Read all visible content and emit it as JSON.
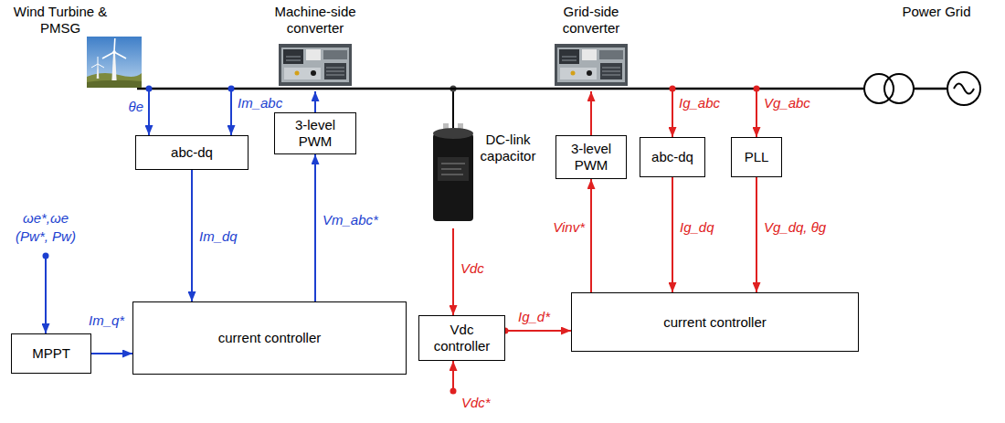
{
  "diagram": {
    "nodes": [
      {
        "text": [
          "Wind Turbine & PMSG"
        ]
      },
      {
        "text": [
          "Machine-side converter"
        ]
      },
      {
        "text": [
          "DC-link capacitor"
        ]
      },
      {
        "text": [
          "Grid-side converter"
        ]
      },
      {
        "text": [
          "Power Grid"
        ]
      },
      {
        "text": [
          "abc-dq"
        ]
      },
      {
        "text": [
          "3-level PWM"
        ]
      },
      {
        "text": [
          "MPPT"
        ]
      },
      {
        "text": [
          "current controller"
        ]
      },
      {
        "text": [
          "Vdc controller"
        ]
      },
      {
        "text": [
          "3-level PWM"
        ]
      },
      {
        "text": [
          "abc-dq"
        ]
      },
      {
        "text": [
          "PLL"
        ]
      },
      {
        "text": [
          "current controller"
        ]
      }
    ],
    "edges": [
      {
        "from": 0,
        "to": 1,
        "arrow": "none"
      },
      {
        "from": 1,
        "to": 3,
        "arrow": "none"
      },
      {
        "from": 3,
        "to": 4,
        "arrow": "none"
      },
      {
        "from": 0,
        "to": 5,
        "label": "θe",
        "arrow": "to"
      },
      {
        "from": 0,
        "to": 5,
        "label": "Im_abc",
        "arrow": "to"
      },
      {
        "from": 6,
        "to": 1,
        "arrow": "to"
      },
      {
        "from": 8,
        "to": 6,
        "label": "Vm_abc*",
        "arrow": "to"
      },
      {
        "from": 5,
        "to": 8,
        "label": "Im_dq",
        "arrow": "to"
      },
      {
        "from": 7,
        "to": 8,
        "label": "Im_q*",
        "arrow": "to"
      },
      {
        "from": 2,
        "to": 9,
        "label": "Vdc",
        "arrow": "to"
      },
      {
        "from": 9,
        "to": 13,
        "label": "Ig_d*",
        "arrow": "to"
      },
      {
        "from": 13,
        "to": 10,
        "label": "Vinv*",
        "arrow": "to"
      },
      {
        "from": 10,
        "to": 3,
        "arrow": "to"
      },
      {
        "from": 3,
        "to": 11,
        "label": "Ig_abc",
        "arrow": "to"
      },
      {
        "from": 4,
        "to": 12,
        "label": "Vg_abc",
        "arrow": "to"
      },
      {
        "from": 11,
        "to": 13,
        "label": "Ig_dq",
        "arrow": "to"
      },
      {
        "from": 12,
        "to": 13,
        "label": "Vg_dq, θg",
        "arrow": "to"
      }
    ],
    "labels": [
      "ωe*,ωe",
      "(Pw*, Pw)",
      "Vdc*"
    ]
  }
}
